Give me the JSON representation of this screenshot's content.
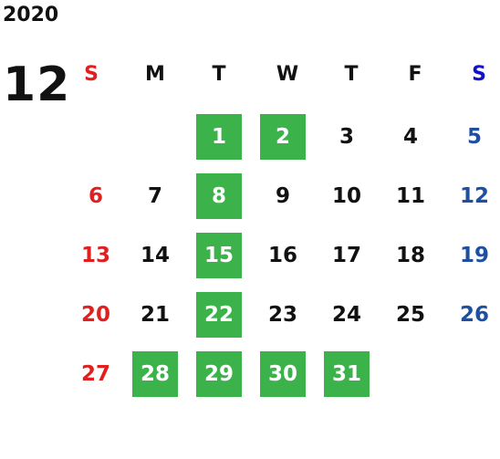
{
  "year": "2020",
  "month": "12",
  "colors": {
    "sunday": "#e02020",
    "sunday_header": "#e02020",
    "saturday": "#1f4fa0",
    "saturday_header": "#1010d0",
    "highlight_bg": "#3cb34a",
    "highlight_text": "#ffffff",
    "text": "#111111"
  },
  "weekdays": [
    "S",
    "M",
    "T",
    "W",
    "T",
    "F",
    "S"
  ],
  "weeks": [
    [
      {
        "d": ""
      },
      {
        "d": ""
      },
      {
        "d": "1",
        "hl": true
      },
      {
        "d": "2",
        "hl": true
      },
      {
        "d": "3"
      },
      {
        "d": "4"
      },
      {
        "d": "5"
      }
    ],
    [
      {
        "d": "6"
      },
      {
        "d": "7"
      },
      {
        "d": "8",
        "hl": true
      },
      {
        "d": "9"
      },
      {
        "d": "10"
      },
      {
        "d": "11"
      },
      {
        "d": "12"
      }
    ],
    [
      {
        "d": "13"
      },
      {
        "d": "14"
      },
      {
        "d": "15",
        "hl": true
      },
      {
        "d": "16"
      },
      {
        "d": "17"
      },
      {
        "d": "18"
      },
      {
        "d": "19"
      }
    ],
    [
      {
        "d": "20"
      },
      {
        "d": "21"
      },
      {
        "d": "22",
        "hl": true
      },
      {
        "d": "23"
      },
      {
        "d": "24"
      },
      {
        "d": "25"
      },
      {
        "d": "26"
      }
    ],
    [
      {
        "d": "27"
      },
      {
        "d": "28",
        "hl": true
      },
      {
        "d": "29",
        "hl": true
      },
      {
        "d": "30",
        "hl": true
      },
      {
        "d": "31",
        "hl": true
      },
      {
        "d": ""
      },
      {
        "d": ""
      }
    ]
  ]
}
